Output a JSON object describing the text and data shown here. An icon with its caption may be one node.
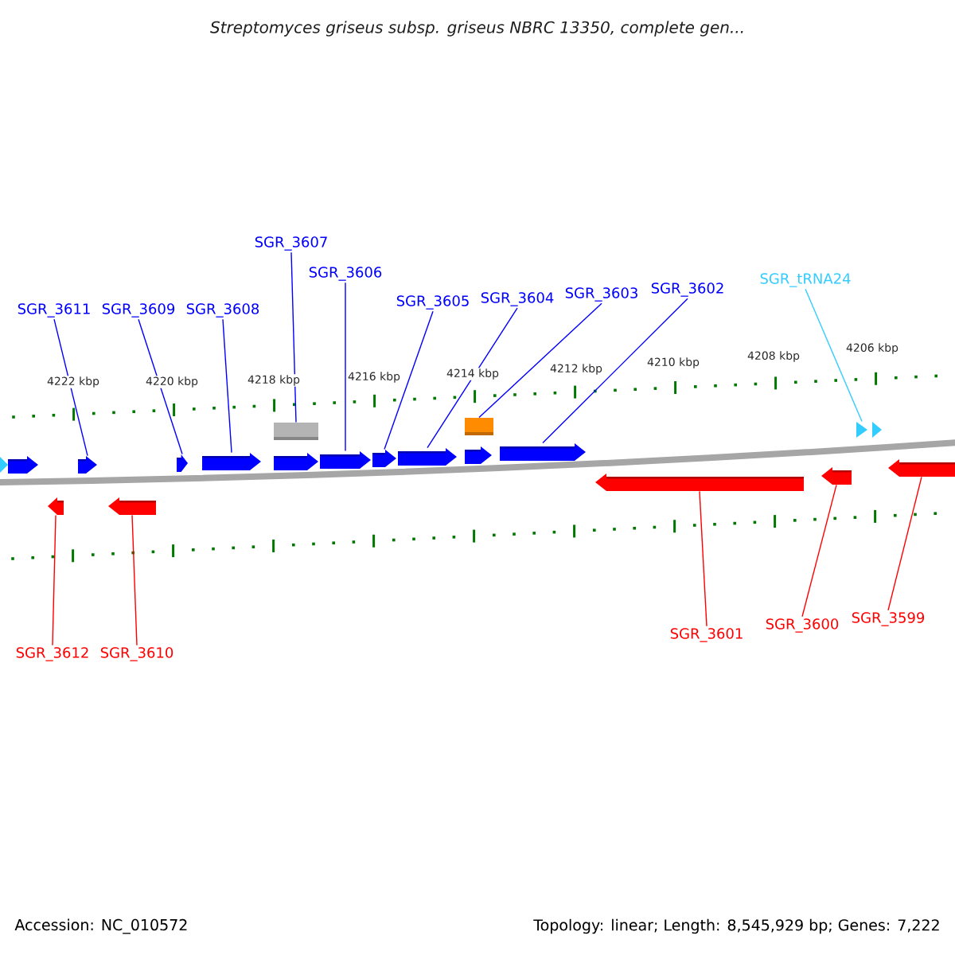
{
  "diagram": {
    "title": "Streptomyces griseus subsp. griseus NBRC 13350, complete gen...",
    "nodes": [
      {
        "text": [
          "SGR_3611"
        ]
      },
      {
        "text": [
          "SGR_3609"
        ]
      },
      {
        "text": [
          "SGR_3608"
        ]
      },
      {
        "text": [
          "SGR_3607"
        ]
      },
      {
        "text": [
          "SGR_3606"
        ]
      },
      {
        "text": [
          "SGR_3605"
        ]
      },
      {
        "text": [
          "SGR_3604"
        ]
      },
      {
        "text": [
          "SGR_3603"
        ]
      },
      {
        "text": [
          "SGR_3602"
        ]
      },
      {
        "text": [
          "SGR_tRNA24"
        ]
      },
      {
        "text": [
          "SGR_3612"
        ]
      },
      {
        "text": [
          "SGR_3610"
        ]
      },
      {
        "text": [
          "SGR_3601"
        ]
      },
      {
        "text": [
          "SGR_3600"
        ]
      },
      {
        "text": [
          "SGR_3599"
        ]
      },
      {
        "text": [],
        "shape": "triangle"
      },
      {
        "text": [],
        "shape": "arrow"
      },
      {
        "text": [],
        "shape": "arrow"
      },
      {
        "text": [],
        "shape": "arrow"
      },
      {
        "text": [],
        "shape": "arrow"
      },
      {
        "text": [],
        "shape": "box"
      },
      {
        "text": [],
        "shape": "arrow"
      },
      {
        "text": [],
        "shape": "arrow"
      },
      {
        "text": [],
        "shape": "arrow"
      },
      {
        "text": [],
        "shape": "arrow"
      },
      {
        "text": [],
        "shape": "box"
      },
      {
        "text": [],
        "shape": "arrow"
      },
      {
        "text": [],
        "shape": "arrow"
      },
      {
        "text": [],
        "shape": "triangle"
      },
      {
        "text": [],
        "shape": "triangle"
      },
      {
        "text": [],
        "shape": "arrow"
      },
      {
        "text": [],
        "shape": "arrow"
      },
      {
        "text": [],
        "shape": "arrow"
      },
      {
        "text": [],
        "shape": "arrow"
      },
      {
        "text": [],
        "shape": "arrow"
      }
    ],
    "edges": [
      {
        "from": 0,
        "to": 17,
        "arrow": "none"
      },
      {
        "from": 1,
        "to": 18,
        "arrow": "none"
      },
      {
        "from": 2,
        "to": 19,
        "arrow": "none"
      },
      {
        "from": 3,
        "to": 20,
        "arrow": "none"
      },
      {
        "from": 4,
        "to": 22,
        "arrow": "none"
      },
      {
        "from": 5,
        "to": 23,
        "arrow": "none"
      },
      {
        "from": 6,
        "to": 24,
        "arrow": "none"
      },
      {
        "from": 7,
        "to": 25,
        "arrow": "none"
      },
      {
        "from": 8,
        "to": 27,
        "arrow": "none"
      },
      {
        "from": 9,
        "to": 28,
        "arrow": "none",
        "color": "#33ccff"
      },
      {
        "from": 10,
        "to": 30,
        "arrow": "none",
        "color": "#ff0000"
      },
      {
        "from": 11,
        "to": 31,
        "arrow": "none",
        "color": "#ff0000"
      },
      {
        "from": 12,
        "to": 32,
        "arrow": "none",
        "color": "#ff0000"
      },
      {
        "from": 13,
        "to": 33,
        "arrow": "none",
        "color": "#ff0000"
      },
      {
        "from": 14,
        "to": 34,
        "arrow": "none",
        "color": "#ff0000"
      }
    ],
    "labels": [
      "4222 kbp",
      "4220 kbp",
      "4218 kbp",
      "4216 kbp",
      "4214 kbp",
      "4212 kbp",
      "4210 kbp",
      "4208 kbp",
      "4206 kbp",
      "Accession: NC_010572",
      "Topology: linear; Length: 8,545,929 bp; Genes: 7,222"
    ]
  }
}
